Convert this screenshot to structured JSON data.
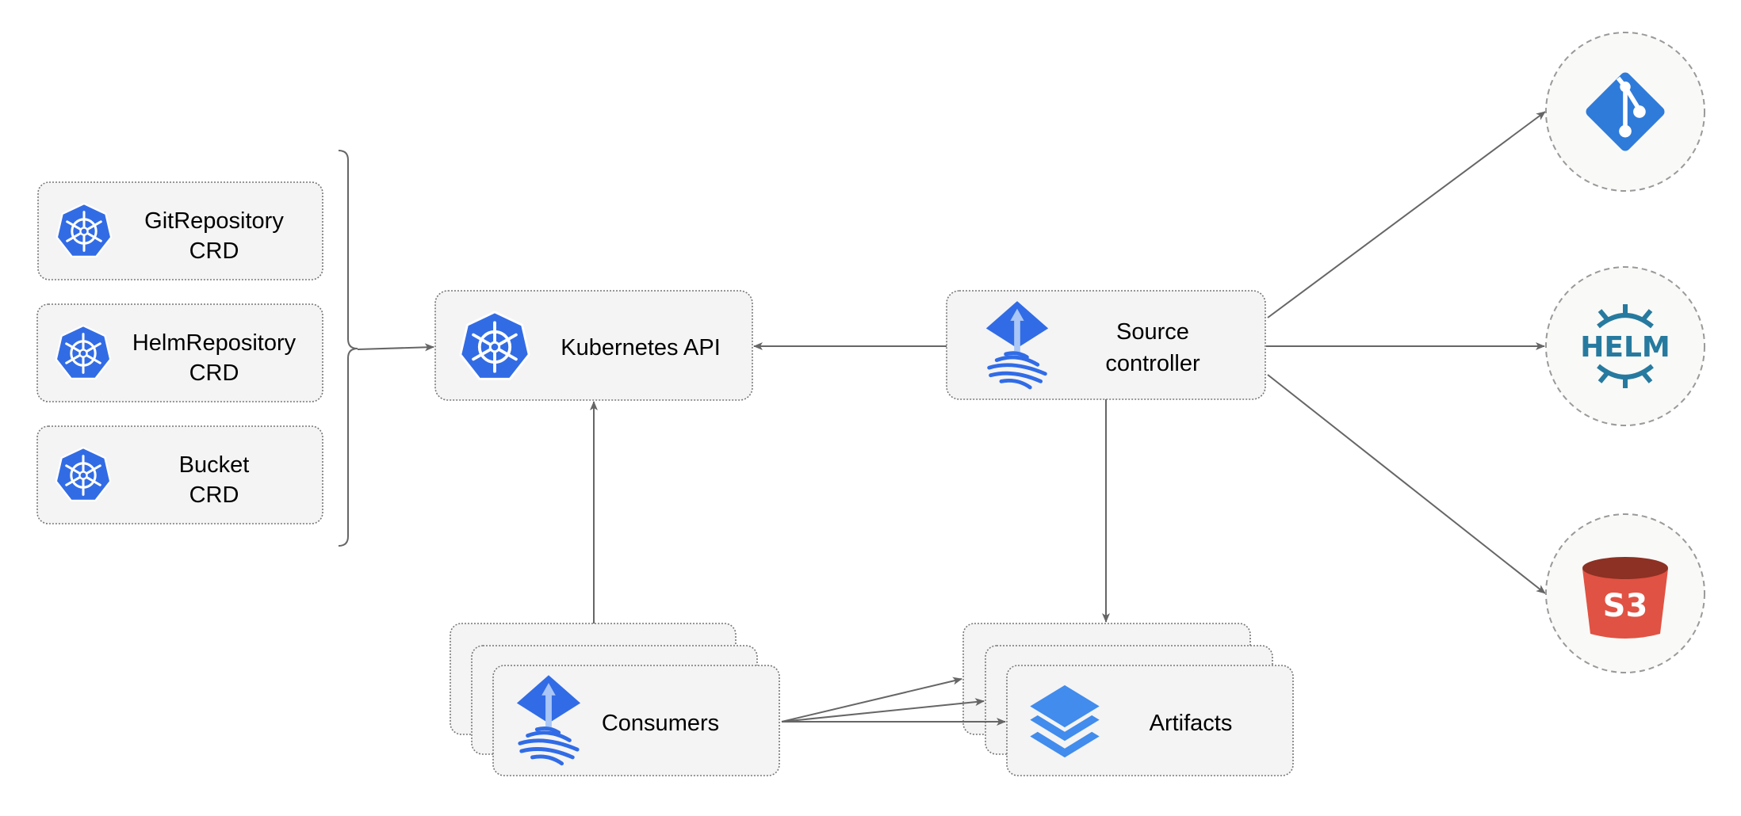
{
  "nodes": {
    "git_repository_crd": {
      "line1": "GitRepository",
      "line2": "CRD",
      "icon": "kubernetes-icon"
    },
    "helm_repository_crd": {
      "line1": "HelmRepository",
      "line2": "CRD",
      "icon": "kubernetes-icon"
    },
    "bucket_crd": {
      "line1": "Bucket",
      "line2": "CRD",
      "icon": "kubernetes-icon"
    },
    "kubernetes_api": {
      "label": "Kubernetes API",
      "icon": "kubernetes-icon"
    },
    "source_controller": {
      "line1": "Source",
      "line2": "controller",
      "icon": "flux-icon"
    },
    "consumers": {
      "label": "Consumers",
      "icon": "flux-icon"
    },
    "artifacts": {
      "label": "Artifacts",
      "icon": "layers-icon"
    },
    "git": {
      "icon": "git-icon"
    },
    "helm": {
      "icon": "helm-icon",
      "logo_text": "HELM"
    },
    "s3": {
      "icon": "s3-bucket-icon",
      "logo_text": "S3"
    }
  },
  "colors": {
    "kubernetes": "#326ce5",
    "flux": "#316ce6",
    "layers": "#418ced",
    "git": "#2f7bd9",
    "helm": "#277a9f",
    "s3": "#e05243",
    "s3_top": "#8c3123",
    "edge": "#666666",
    "box_fill": "#f4f4f4"
  }
}
